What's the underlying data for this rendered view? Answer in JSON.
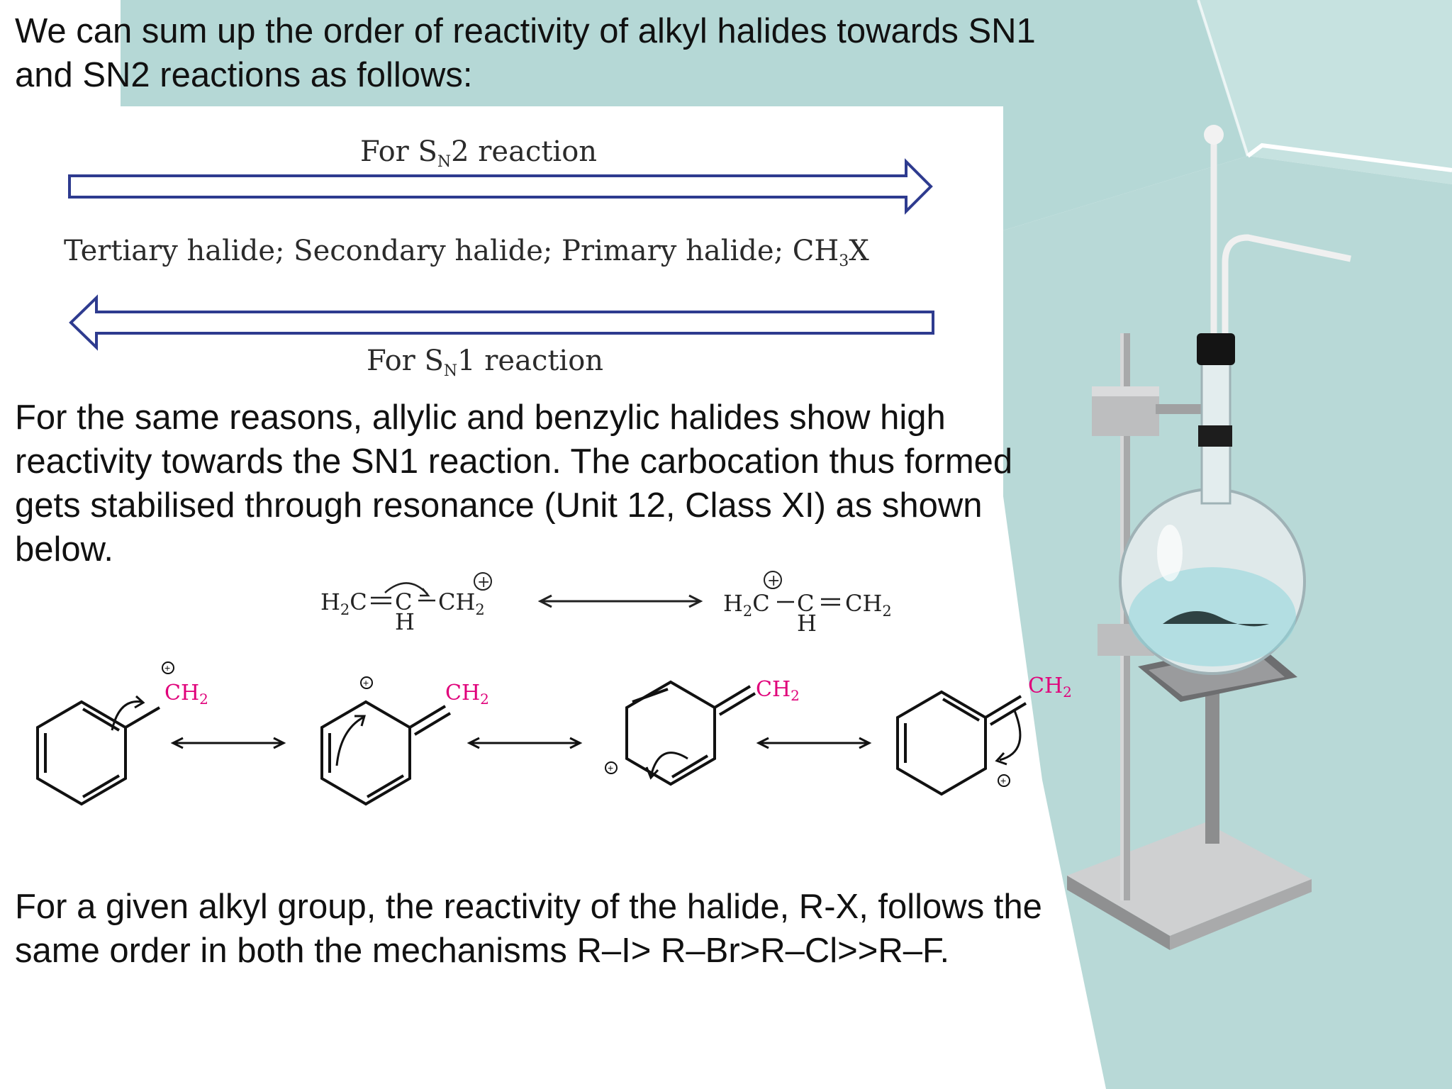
{
  "intro_text": "We can sum up the order of reactivity of alkyl halides towards SN1 and SN2 reactions as follows:",
  "reactivity_figure": {
    "sn2_label": {
      "prefix": "For S",
      "subscript": "N",
      "suffix": "2 reaction"
    },
    "halide_list": {
      "main": "Tertiary halide; Secondary halide; Primary halide; CH",
      "subscript": "3",
      "suffix": "X"
    },
    "sn1_label": {
      "prefix": "For S",
      "subscript": "N",
      "suffix": "1  reaction"
    },
    "arrow_color": "#2e3b8f"
  },
  "resonance_text": "For the same reasons, allylic and benzylic halides show high reactivity towards the SN1 reaction. The carbocation thus formed gets stabilised through resonance (Unit 12, Class XI) as shown below.",
  "allyl_scheme": {
    "left": {
      "h2c": "H",
      "h2c_sub": "2",
      "h2c_c": "C",
      "c": "C",
      "h": "H",
      "ch2": "CH",
      "ch2_sub": "2",
      "charge": "+"
    },
    "right": {
      "h2c": "H",
      "h2c_sub": "2",
      "h2c_c": "C",
      "c": "C",
      "h": "H",
      "ch2": "CH",
      "ch2_sub": "2",
      "charge": "+"
    }
  },
  "benzyl_scheme": {
    "ch2_label": "CH",
    "ch2_sub": "2",
    "charge": "+",
    "ch2_color": "#e0007a"
  },
  "order_text": "For a given alkyl group, the reactivity of the halide, R-X, follows the same order in both the mechanisms R–I> R–Br>R–Cl>>R–F.",
  "theme": {
    "panel_color": "#b5d8d6",
    "text_color": "#111111"
  }
}
